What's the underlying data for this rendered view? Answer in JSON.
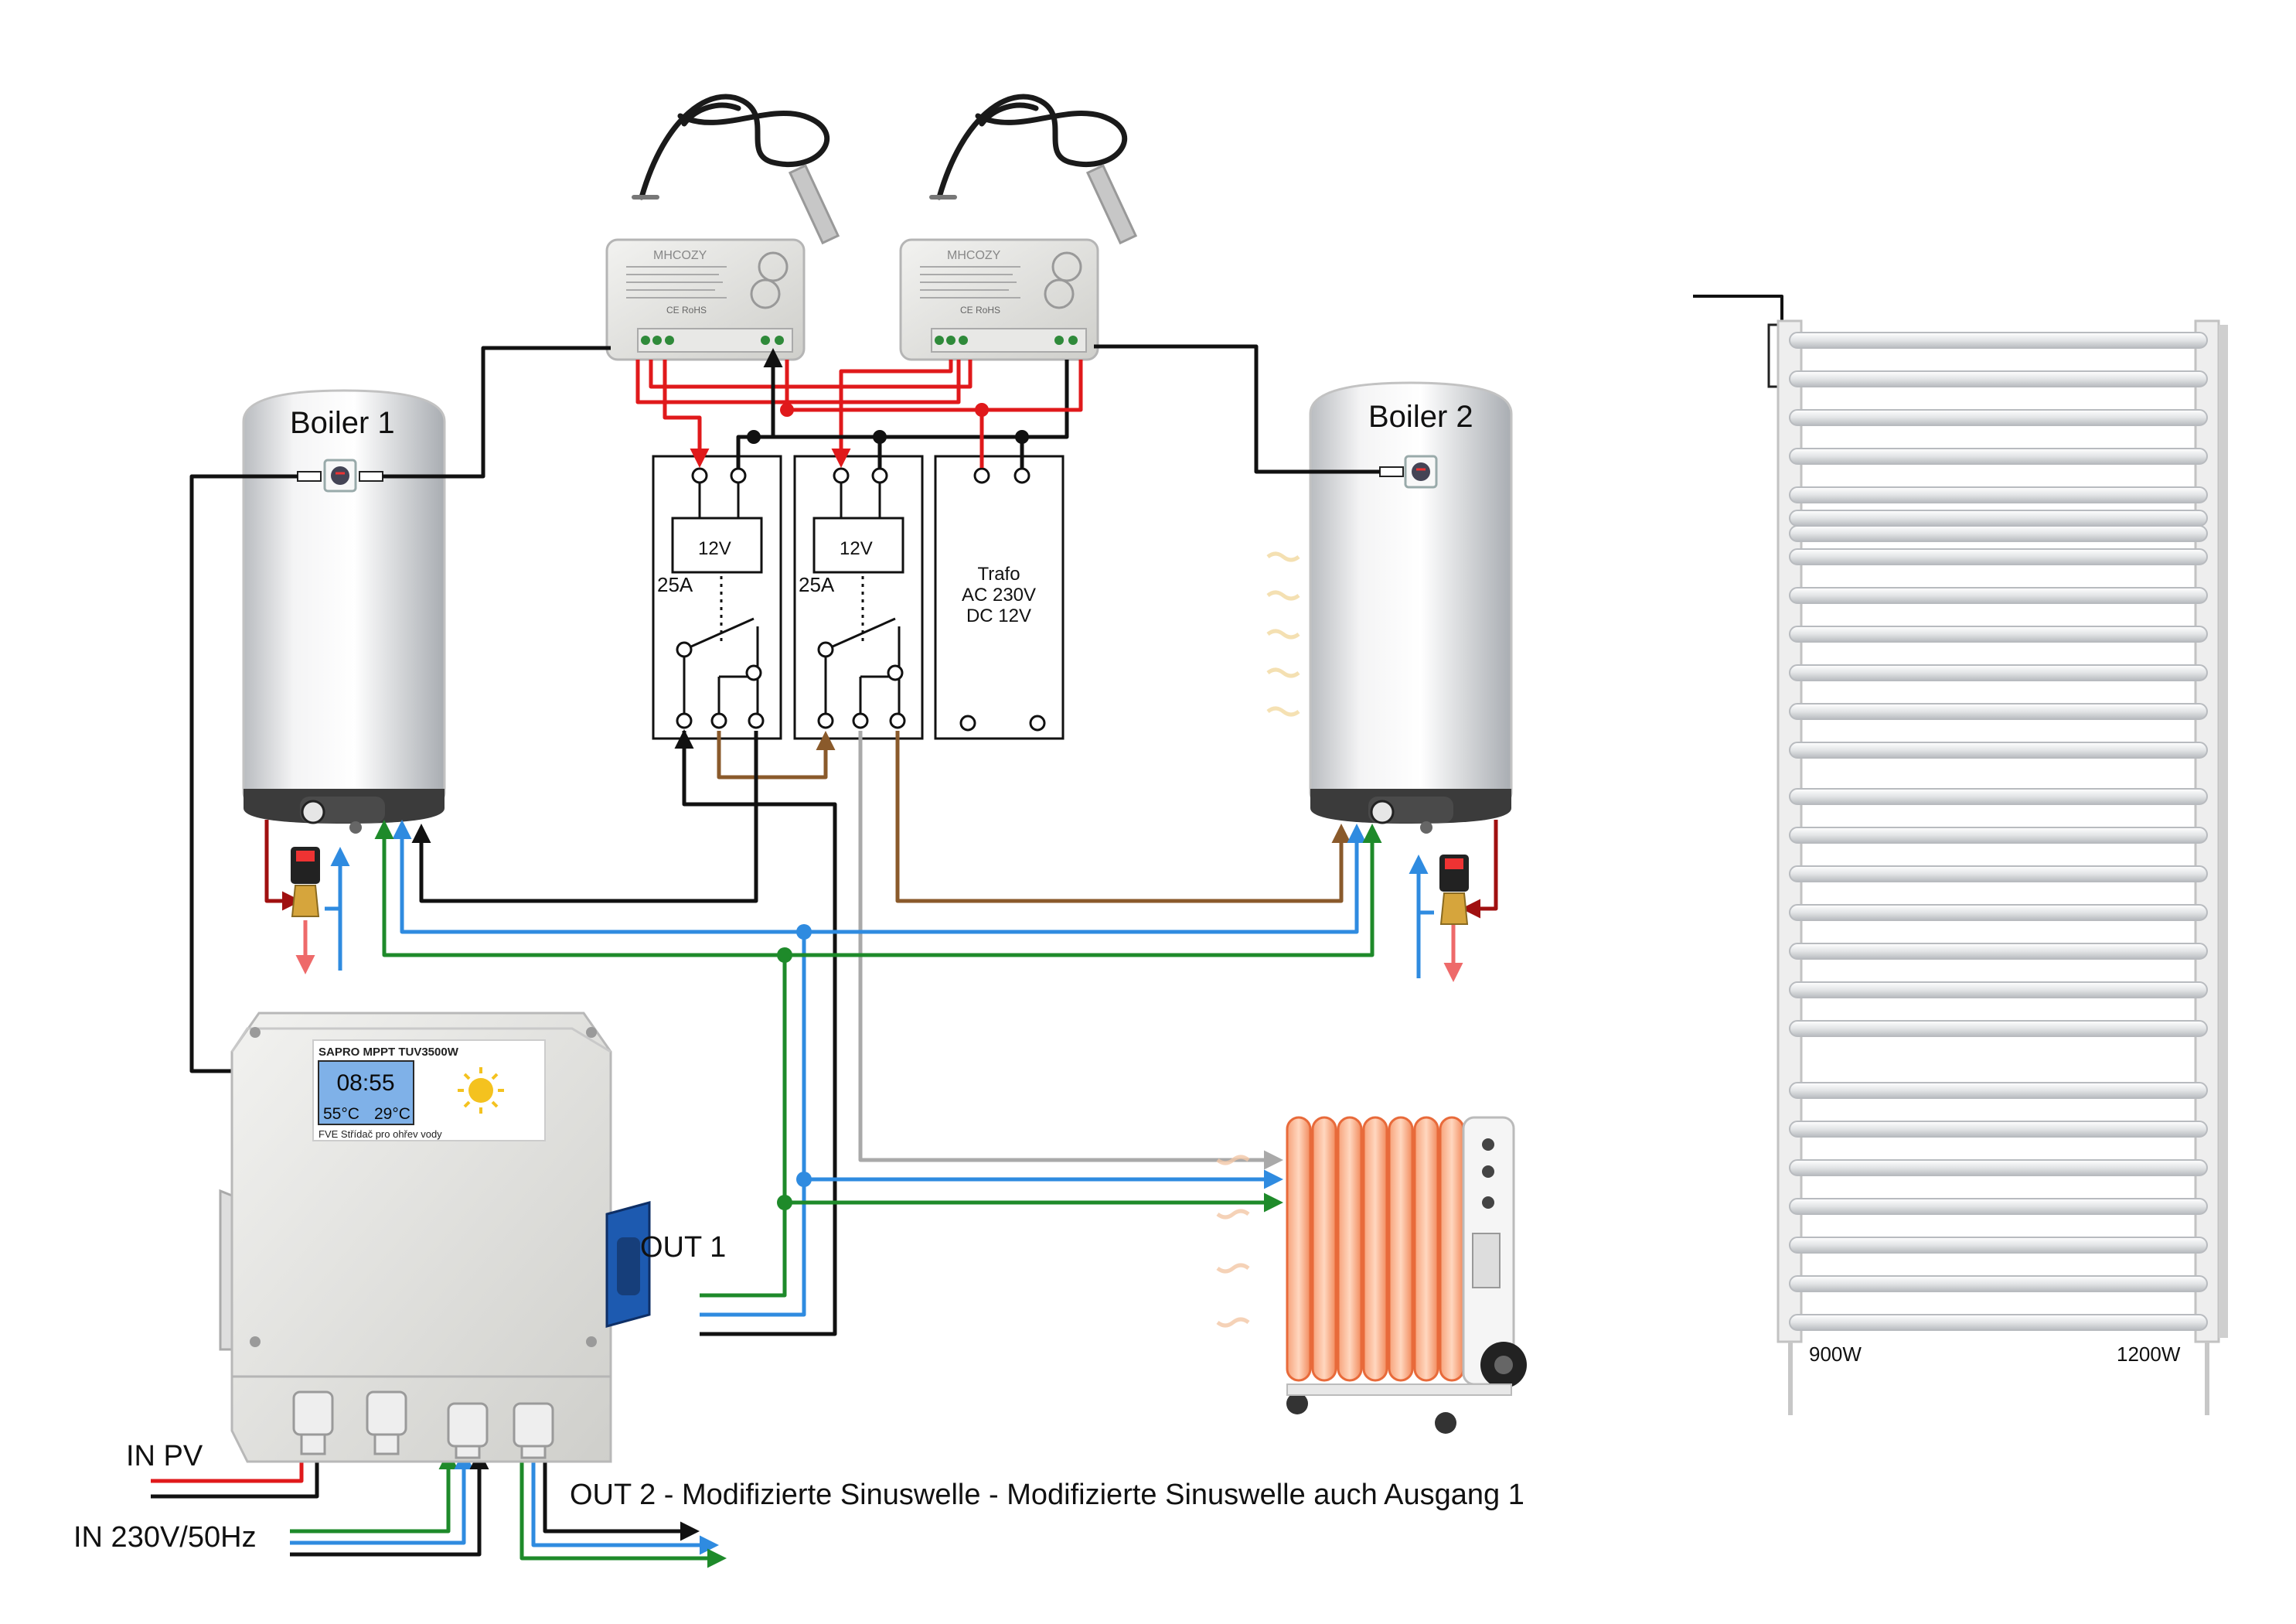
{
  "labels": {
    "boiler1": "Boiler 1",
    "boiler2": "Boiler 2",
    "relay1_coil": "12V",
    "relay2_coil": "12V",
    "relay1_rating": "25A",
    "relay2_rating": "25A",
    "trafo_l1": "Trafo",
    "trafo_l2": "AC 230V",
    "trafo_l3": "DC 12V",
    "out1": "OUT 1",
    "out2": "OUT 2 - Modifizierte Sinuswelle - Modifizierte Sinuswelle auch Ausgang 1",
    "in_pv": "IN PV",
    "in_ac": "IN 230V/50Hz",
    "rail_900": "900W",
    "rail_1200": "1200W"
  },
  "modules": [
    {
      "brand": "MHCOZY",
      "mark": "CE RoHS"
    },
    {
      "brand": "MHCOZY",
      "mark": "CE RoHS"
    }
  ],
  "inverter": {
    "title": "SAPRO MPPT TUV3500W",
    "time": "08:55",
    "temp1": "55°C",
    "temp2": "29°C",
    "subtitle": "FVE Střídač pro ohřev vody"
  },
  "colors": {
    "red": "#e0191b",
    "black": "#111111",
    "blue": "#2f8be0",
    "green": "#1e8a2a",
    "brown": "#8a5a2b",
    "gray": "#a9a9a9",
    "dark_red": "#a01010"
  }
}
